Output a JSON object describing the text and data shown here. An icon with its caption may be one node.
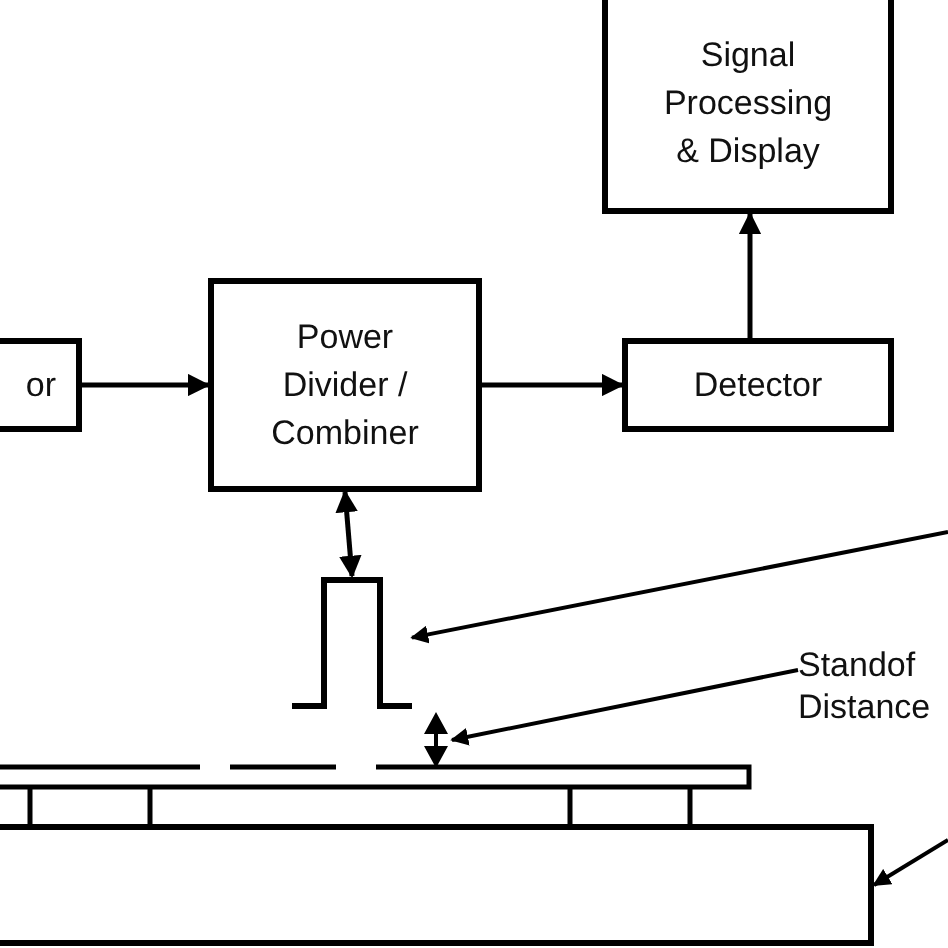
{
  "diagram": {
    "nodes": [
      {
        "text": [
          "or"
        ]
      },
      {
        "text": [
          "Power Divider / Combiner"
        ]
      },
      {
        "text": [
          "Detector"
        ]
      },
      {
        "text": [
          "Signal Processing & Display"
        ]
      },
      {
        "text": [],
        "shape": "picture"
      },
      {
        "text": [
          "Standof Distance"
        ]
      },
      {
        "text": [],
        "shape": "picture"
      },
      {
        "text": [],
        "shape": "picture"
      }
    ],
    "edges": [
      {
        "from": 0,
        "to": 1,
        "arrow": "to"
      },
      {
        "from": 1,
        "to": 2,
        "arrow": "to"
      },
      {
        "from": 2,
        "to": 3,
        "arrow": "to"
      },
      {
        "from": 1,
        "to": 4,
        "arrow": "both"
      },
      {
        "from": null,
        "to": 4,
        "arrow": "to"
      },
      {
        "from": 5,
        "to": 6,
        "arrow": "to"
      },
      {
        "from": null,
        "to": 7,
        "arrow": "to"
      }
    ]
  }
}
